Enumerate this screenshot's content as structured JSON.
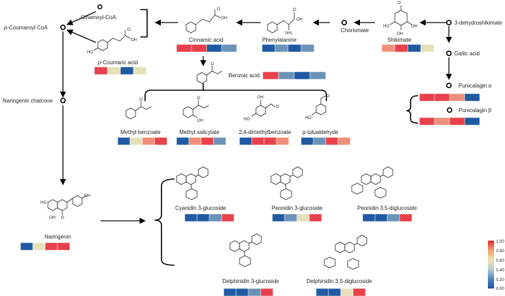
{
  "palette": {
    "red": "#e8414b",
    "salmon": "#f0907a",
    "cream": "#e6e0b8",
    "steel": "#6b93b8",
    "blue": "#1f5aa3"
  },
  "colorbar": {
    "ticks": [
      "1.00",
      "0.80",
      "0.60",
      "0.40",
      "0.20",
      "0.00"
    ],
    "stops": [
      "#1f4fa0",
      "#4f86bd",
      "#b9cbd6",
      "#f1e3a8",
      "#f0a070",
      "#d72b2b"
    ]
  },
  "nodes": {
    "cinnamoyl_coa": "Cinamoyl-CoA",
    "p_coumaroyl_prefix": "p",
    "p_coumaroyl_rest": "-Coumaroyl CoA",
    "naringenin_chalcone": "Naringenin chalcone",
    "three_dehydroshikimate": "3-dehydroshikimate",
    "gallic_acid": "Gallic acid",
    "chorismate": "Chorismate",
    "punicalagin_a": "Punicalagin α",
    "punicalagin_b": "Punicalagin β",
    "benzoic_acid": "Benzoic acid"
  },
  "compounds": [
    {
      "name": "Cinnamic acid",
      "heat": [
        "red",
        "red",
        "blue",
        "steel"
      ]
    },
    {
      "name": "Phenylalanine",
      "heat": [
        "blue",
        "steel",
        "blue",
        "steel"
      ]
    },
    {
      "name": "Shikimate",
      "heat": [
        "salmon",
        "red",
        "blue",
        "cream"
      ]
    },
    {
      "name_prefix": "p",
      "name_rest": "-Coumaric acid",
      "heat": [
        "red",
        "cream",
        "blue",
        "cream"
      ]
    },
    {
      "name": "Benzoic acid",
      "heat": [
        "red",
        "steel",
        "blue",
        "steel"
      ]
    },
    {
      "name": "Methyl benzoate",
      "heat": [
        "blue",
        "cream",
        "salmon",
        "red"
      ]
    },
    {
      "name": "Methyl salicylate",
      "heat": [
        "blue",
        "salmon",
        "red",
        "steel"
      ]
    },
    {
      "name": "2,4-dimethylbenzoate",
      "heat": [
        "blue",
        "red",
        "red",
        "salmon"
      ]
    },
    {
      "name": "p-tulualdehyde",
      "heat": [
        "blue",
        "steel",
        "red",
        "salmon"
      ]
    },
    {
      "name": "Punicalagin α",
      "heat": [
        "red",
        "red",
        "salmon",
        "blue"
      ]
    },
    {
      "name": "Punicalagin β",
      "heat": [
        "red",
        "salmon",
        "red",
        "blue"
      ]
    },
    {
      "name": "Cyanidin 3-glucoside",
      "heat": [
        "blue",
        "blue",
        "steel",
        "red"
      ]
    },
    {
      "name": "Peonidin 3-glucoside",
      "heat": [
        "blue",
        "steel",
        "cream",
        "red"
      ]
    },
    {
      "name": "Peonidin 3,5-diglucoside",
      "heat": [
        "blue",
        "blue",
        "steel",
        "red"
      ]
    },
    {
      "name": "Naringenin",
      "heat": [
        "blue",
        "cream",
        "red",
        "red"
      ]
    },
    {
      "name": "Delphinidin 3-glucoside",
      "heat": [
        "blue",
        "blue",
        "steel",
        "red"
      ]
    },
    {
      "name": "Delphinidin 3,5-diglucoside",
      "heat": [
        "blue",
        "blue",
        "cream",
        "red"
      ]
    }
  ]
}
